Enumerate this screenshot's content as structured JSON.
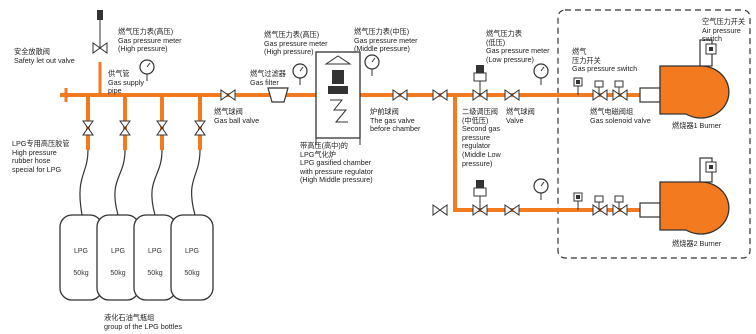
{
  "colors": {
    "pipe": "#f47a20",
    "burner": "#f47a20",
    "line": "#333333",
    "border": "#333333",
    "background": "#ffffff"
  },
  "icons": [
    "safety-valve-icon",
    "gas-pressure-meter-icon",
    "ball-valve-icon",
    "gas-filter-icon",
    "gasified-chamber-icon",
    "pressure-regulator-icon",
    "pressure-switch-icon",
    "solenoid-valve-icon",
    "burner-icon",
    "air-pressure-switch-icon",
    "lpg-cylinder-icon"
  ],
  "labels": {
    "safety_valve": "安全放散阀\nSafety let out valve",
    "gas_pressure_meter_high": "燃气压力表(高压)\nGas pressure meter\n(High pressure)",
    "gas_supply_pipe": "供气管\nGas supply\npipe",
    "gas_pressure_meter_high_2": "燃气压力表(高压)\nGas pressure meter\n(High pressure)",
    "gas_filter": "燃气过滤器\nGas filter",
    "gas_ball_valve": "燃气球阀\nGas ball valve",
    "gas_pressure_meter_middle": "燃气压力表(中压)\nGas pressure meter\n(Middle pressure)",
    "valve_before_chamber": "炉前球阀\nThe gas valve\nbefore chamber",
    "gasified_chamber": "带高压(高中)的\nLPG气化炉\nLPG gasified chamber\nwith pressure regulator\n(High Middle pressure)",
    "gas_pressure_meter_low": "燃气压力表\n(低压)\nGas pressure meter\n(Low pressure)",
    "second_regulator": "二级调压阀\n(中低压)\nSecond gas\npressure\nregulator\n(Middle Low\npressure)",
    "ball_valve_2": "燃气球阀\nValve",
    "gas_pressure_switch": "燃气\n压力开关\nGas pressure switch",
    "gas_solenoid_valve": "燃气电磁阀组\nGas solenoid valve",
    "air_pressure_switch": "空气压力开关\nAir pressure\nswitch",
    "burner_1": "燃烧器1 Burner",
    "burner_2": "燃烧器2 Burner",
    "high_pressure_hose": "LPG专用高压胶管\nHigh pressure\nrubber hose\nspecial for LPG",
    "bottles_group": "液化石油气瓶组\ngroup of the LPG bottles"
  },
  "cylinders": [
    {
      "name": "LPG",
      "weight": "50kg"
    },
    {
      "name": "LPG",
      "weight": "50kg"
    },
    {
      "name": "LPG",
      "weight": "50kg"
    },
    {
      "name": "LPG",
      "weight": "50kg"
    }
  ]
}
